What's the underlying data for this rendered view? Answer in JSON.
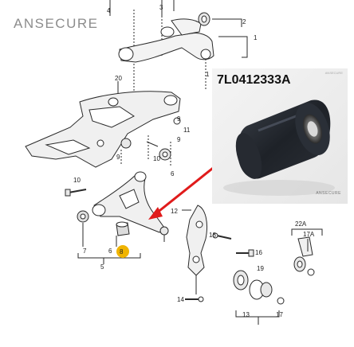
{
  "brand": "ANSECURE",
  "photo": {
    "part_number": "7L0412333A",
    "watermark": "ANSECURE",
    "corner_mark": "ANSECURE"
  },
  "callouts": {
    "c1": "1",
    "c2": "2",
    "c3": "3",
    "c4": "4",
    "c5": "5",
    "c6": "6",
    "c7": "7",
    "c8": "8",
    "c9a": "9",
    "c9b": "9",
    "c9c": "9",
    "c10a": "10",
    "c10b": "10",
    "c11": "11",
    "c12": "12",
    "c13": "13",
    "c14": "14",
    "c16": "16",
    "c17": "17",
    "c17a": "17A",
    "c18": "18",
    "c19": "19",
    "c20": "20",
    "c22a": "22A",
    "c1b": "1",
    "c6b": "6"
  },
  "colors": {
    "line": "#2a2a2a",
    "highlight": "#f0b400",
    "arrow": "#e01b1b",
    "brand": "#8c8c8c"
  }
}
